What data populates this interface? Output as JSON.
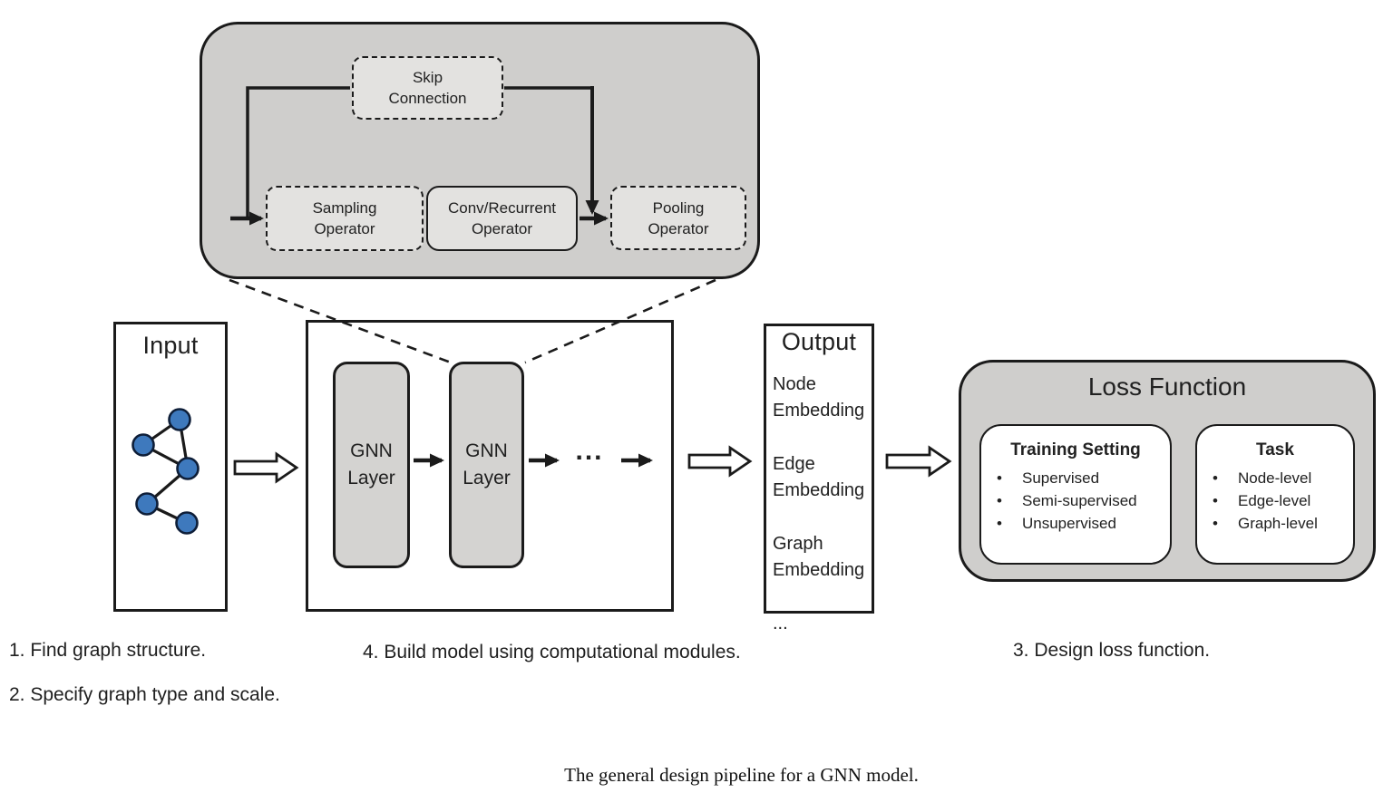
{
  "colors": {
    "panel_gray": "#cfcecc",
    "module_box_gray": "#e3e2e0",
    "gnn_layer_gray": "#d4d3d1",
    "graph_node_blue": "#3e79bd",
    "graph_node_border": "#0e1e38",
    "line_black": "#1b1b1b"
  },
  "zoom_panel": {
    "skip_connection": "Skip\nConnection",
    "sampling_operator": "Sampling\nOperator",
    "conv_recurrent_operator": "Conv/Recurrent\nOperator",
    "pooling_operator": "Pooling\nOperator"
  },
  "input": {
    "title": "Input"
  },
  "model": {
    "gnn_layer_1": "GNN\nLayer",
    "gnn_layer_2": "GNN\nLayer",
    "ellipsis": "..."
  },
  "output": {
    "title": "Output",
    "items": [
      "Node\nEmbedding",
      "Edge\nEmbedding",
      "Graph\nEmbedding",
      "..."
    ]
  },
  "loss_function": {
    "title": "Loss Function",
    "training_setting": {
      "title": "Training Setting",
      "items": [
        "Supervised",
        "Semi-supervised",
        "Unsupervised"
      ]
    },
    "task": {
      "title": "Task",
      "items": [
        "Node-level",
        "Edge-level",
        "Graph-level"
      ]
    }
  },
  "steps": {
    "step1": "1. Find graph structure.",
    "step2": "2. Specify graph type and scale.",
    "step4": "4. Build model using computational modules.",
    "step3": "3. Design loss function."
  },
  "caption": "The general design pipeline for a GNN model."
}
